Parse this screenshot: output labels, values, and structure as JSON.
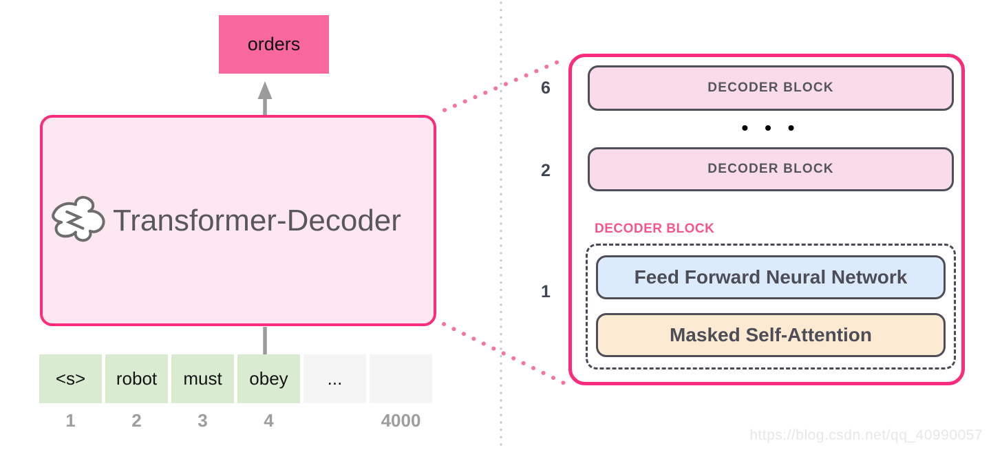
{
  "diagram_title": "Transformer-Decoder",
  "left": {
    "output_label": "orders",
    "model_title": "Transformer-Decoder",
    "logo_icon": "flame-logo-icon",
    "tokens": [
      {
        "text": "<s>",
        "index": "1"
      },
      {
        "text": "robot",
        "index": "2"
      },
      {
        "text": "must",
        "index": "3"
      },
      {
        "text": "obey",
        "index": "4"
      },
      {
        "text": "...",
        "index": ""
      },
      {
        "text": "",
        "index": "4000"
      }
    ]
  },
  "right": {
    "top_block": {
      "index": "6",
      "label": "DECODER BLOCK"
    },
    "ellipsis": "• • •",
    "mid_block": {
      "index": "2",
      "label": "DECODER BLOCK"
    },
    "expanded_block": {
      "index": "1",
      "title": "DECODER BLOCK",
      "ffnn_label": "Feed Forward Neural Network",
      "attention_label": "Masked Self-Attention"
    }
  },
  "watermark": "https://blog.csdn.net/qq_40990057",
  "colors": {
    "hot_pink_border": "#fb2c7d",
    "orders_pink": "#f8679e",
    "panel_pink_fill": "#fde7f0",
    "block_pink_fill": "#fadbe9",
    "blue_fill": "#dcebfb",
    "orange_fill": "#fcead3",
    "green_cell": "#d9ecd2",
    "gray_cell": "#f5f5f5",
    "dark_slate_border": "#4d4d58",
    "connector_pink": "#f574a2",
    "arrow_gray": "#9b9b9b",
    "divider_gray": "#c8c8c8"
  }
}
